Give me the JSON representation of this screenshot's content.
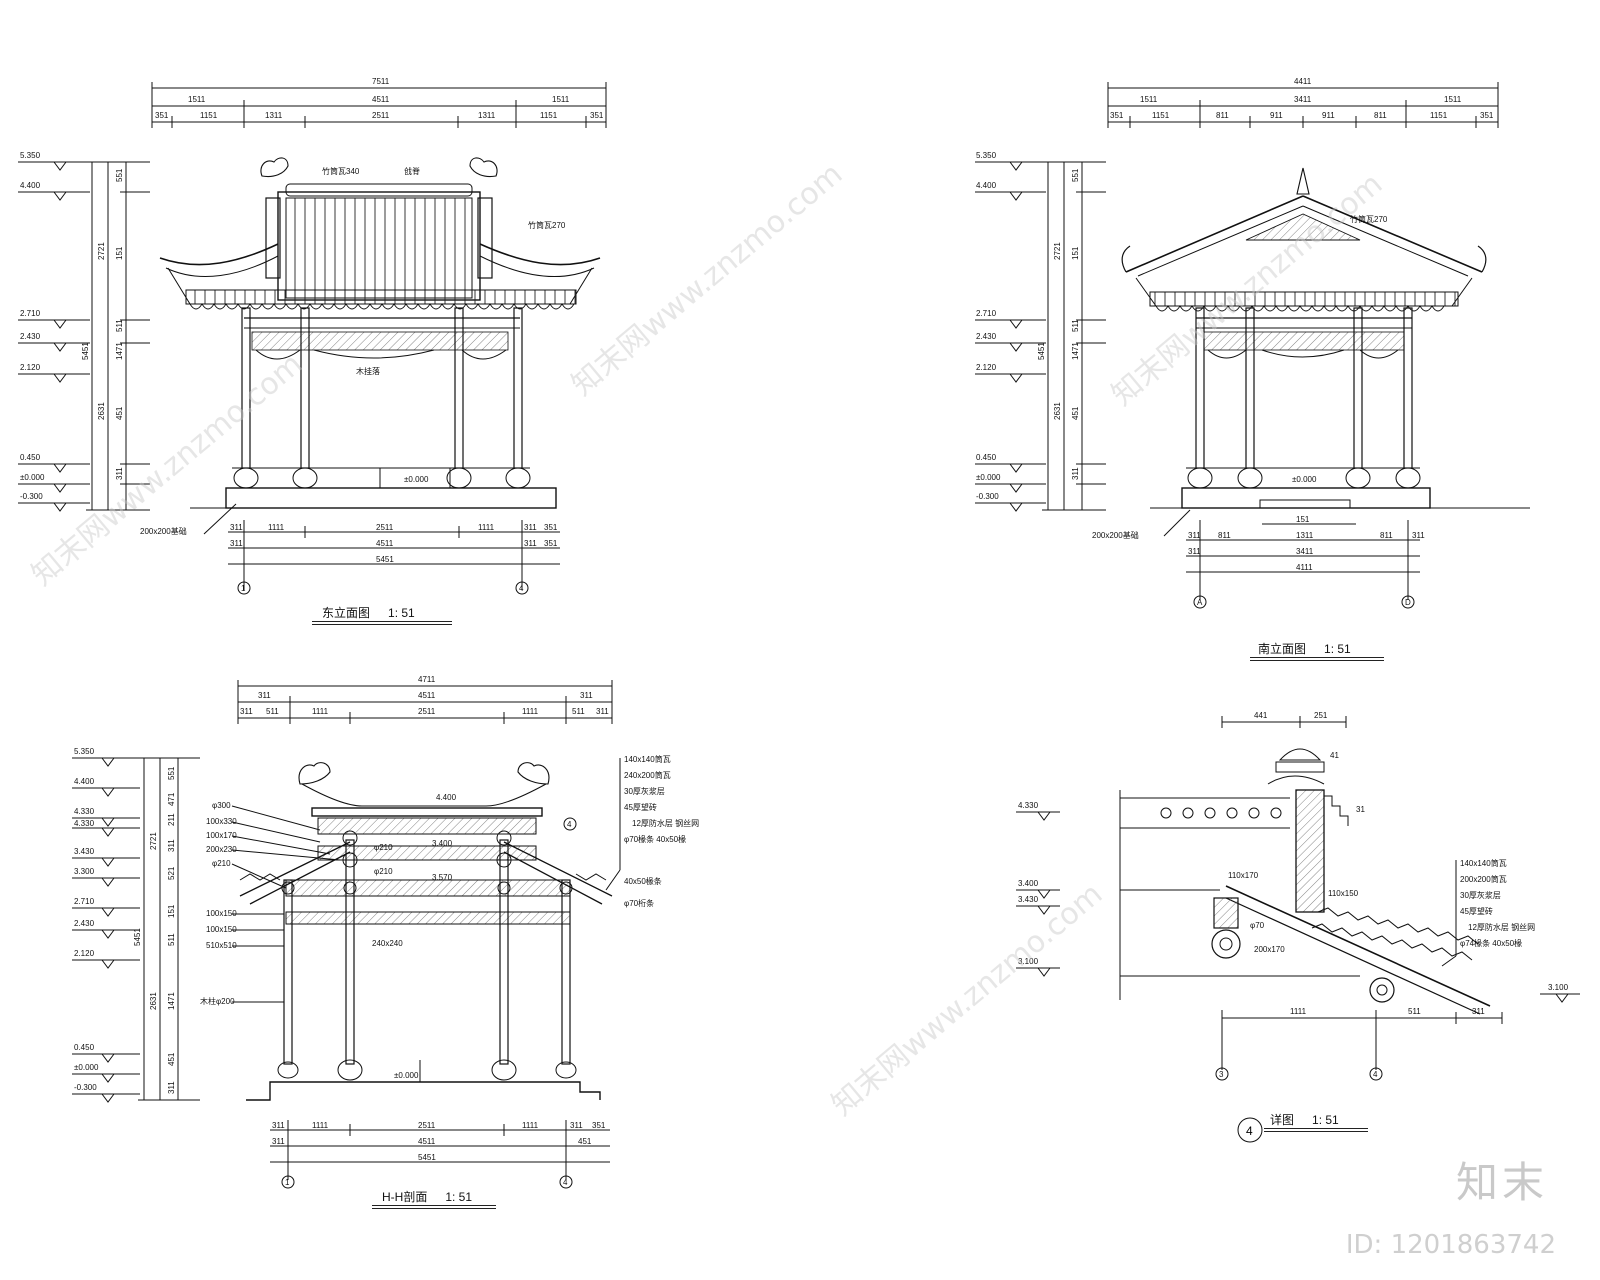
{
  "east_elevation": {
    "caption": "东立面图",
    "scale": "1: 51",
    "top_dims": [
      "7511",
      "1511",
      "4511",
      "1511",
      "351",
      "1151",
      "1311",
      "2511",
      "1311",
      "1151",
      "351"
    ],
    "bottom_dims": [
      "311",
      "1111",
      "2511",
      "1111",
      "311",
      "351",
      "311",
      "4511",
      "311",
      "351",
      "5451"
    ],
    "levels": [
      "5.350",
      "4.400",
      "2.710",
      "2.430",
      "2.120",
      "0.450",
      "±0.000",
      "-0.300"
    ],
    "vertical_dims": [
      "551",
      "2721",
      "151",
      "511",
      "1471",
      "5451",
      "2631",
      "451",
      "311"
    ],
    "notes": [
      "竹筒瓦340",
      "戗脊",
      "竹筒瓦270",
      "木挂落",
      "200x200基础"
    ],
    "floor_level": "±0.000",
    "axes": [
      "1",
      "4"
    ]
  },
  "south_elevation": {
    "caption": "南立面图",
    "scale": "1: 51",
    "top_dims": [
      "4411",
      "1511",
      "3411",
      "1511",
      "351",
      "1151",
      "811",
      "911",
      "911",
      "811",
      "1151",
      "351"
    ],
    "bottom_dims": [
      "151",
      "311",
      "811",
      "1311",
      "811",
      "311",
      "3411",
      "311",
      "4111"
    ],
    "levels": [
      "5.350",
      "4.400",
      "2.710",
      "2.430",
      "2.120",
      "0.450",
      "±0.000",
      "-0.300"
    ],
    "vertical_dims": [
      "551",
      "2721",
      "151",
      "511",
      "1471",
      "5451",
      "2631",
      "451",
      "311"
    ],
    "notes": [
      "竹筒瓦270",
      "200x200基础"
    ],
    "floor_level": "±0.000",
    "axes": [
      "A",
      "D"
    ]
  },
  "section_hh": {
    "caption": "H-H剖面",
    "scale": "1: 51",
    "top_dims": [
      "4711",
      "311",
      "4511",
      "311",
      "311",
      "511",
      "1111",
      "2511",
      "1111",
      "511",
      "311"
    ],
    "bottom_dims": [
      "311",
      "1111",
      "2511",
      "1111",
      "311",
      "351",
      "311",
      "4511",
      "451",
      "5451"
    ],
    "levels": [
      "5.350",
      "4.400",
      "4.330",
      "4.330",
      "3.430",
      "3.300",
      "2.710",
      "2.430",
      "2.120",
      "0.450",
      "±0.000",
      "-0.300"
    ],
    "vertical_dims": [
      "551",
      "471",
      "211",
      "311",
      "521",
      "2721",
      "151",
      "511",
      "5451",
      "1471",
      "2631",
      "451",
      "311"
    ],
    "left_notes": [
      "φ300",
      "100x330",
      "100x170",
      "200x230",
      "φ210",
      "100x150",
      "100x150",
      "510x510",
      "木柱φ200"
    ],
    "inner_notes": [
      "4.400",
      "3.400",
      "φ210",
      "φ210",
      "3.570",
      "240x240"
    ],
    "right_notes": [
      "140x140筒瓦",
      "240x200筒瓦",
      "30厚灰浆层",
      "45厚望砖",
      "12厚防水层 钢丝网",
      "φ70椽条 40x50椽",
      "40x50椽条",
      "φ70桁条"
    ],
    "floor_level": "±0.000",
    "callout": "4",
    "axes": [
      "1",
      "4"
    ]
  },
  "detail_4": {
    "caption": "详图",
    "scale": "1: 51",
    "number": "4",
    "top_dims": [
      "441",
      "251"
    ],
    "bottom_dims": [
      "1111",
      "511",
      "311"
    ],
    "levels": [
      "4.330",
      "3.400",
      "3.430",
      "3.100",
      "3.100"
    ],
    "small_dims": [
      "41",
      "31"
    ],
    "notes": [
      "110x170",
      "110x150",
      "200x170",
      "φ70"
    ],
    "right_notes": [
      "140x140筒瓦",
      "200x200筒瓦",
      "30厚灰浆层",
      "45厚望砖",
      "12厚防水层 钢丝网",
      "φ74椽条 40x50椽"
    ],
    "axes": [
      "3",
      "4"
    ]
  },
  "branding": {
    "logo": "知末",
    "id_text": "ID: 1201863742",
    "watermark": "知末网www.znzmo.com"
  },
  "colors": {
    "ink": "#111111",
    "paper": "#ffffff",
    "watermark": "#c8c8c8"
  }
}
